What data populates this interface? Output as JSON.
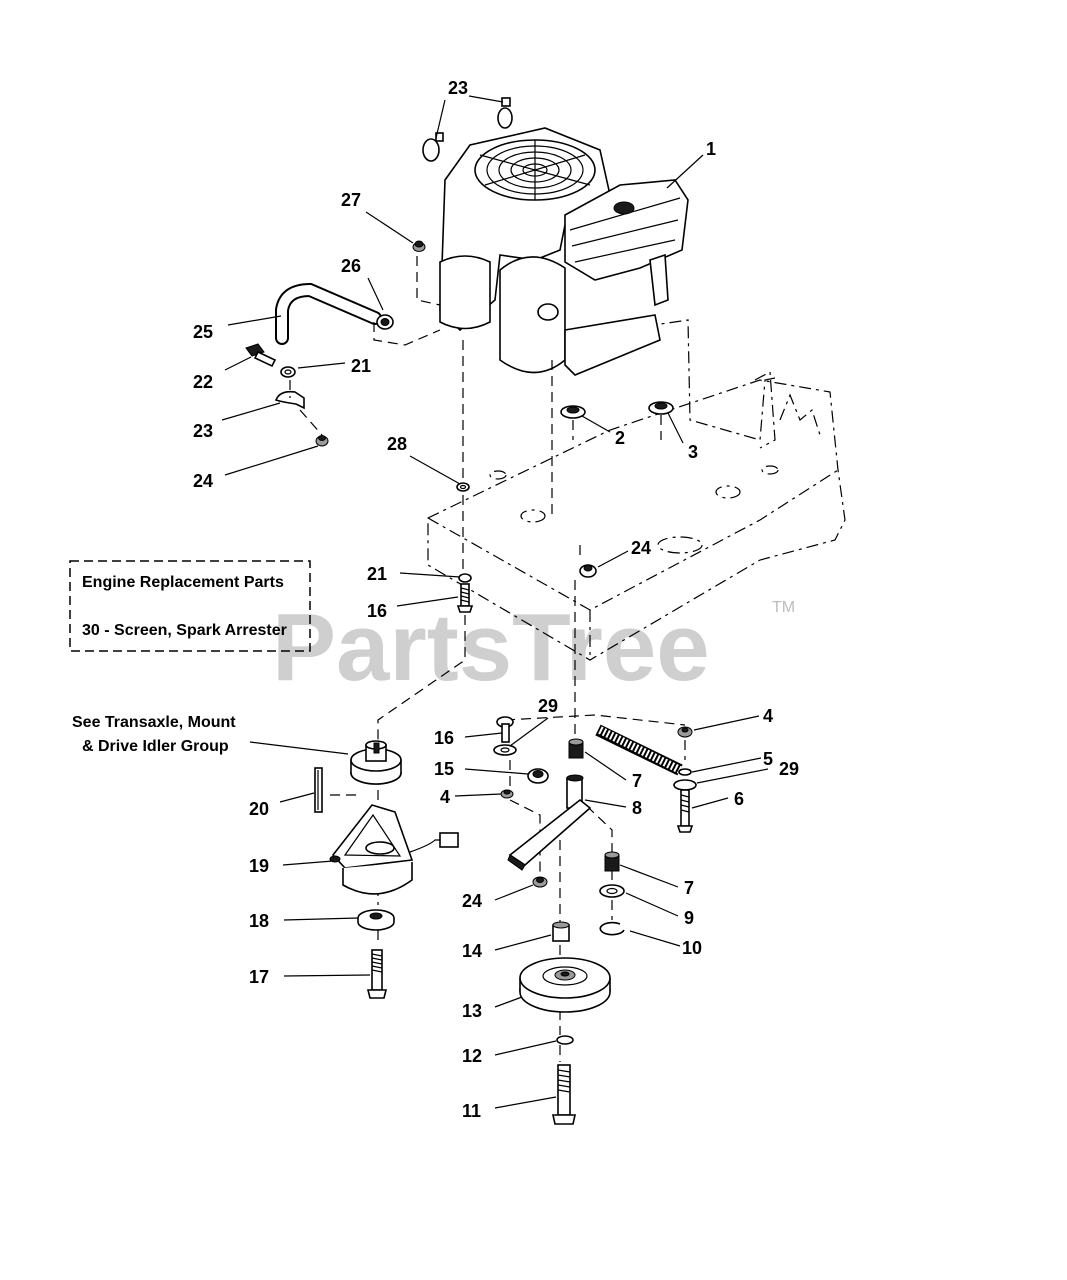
{
  "watermark": {
    "text": "PartsTree",
    "trademark": "TM"
  },
  "legend_box": {
    "heading": "Engine Replacement Parts",
    "item": "30 - Screen, Spark Arrester"
  },
  "reference_note": {
    "line1": "See Transaxle, Mount",
    "line2": "& Drive Idler Group"
  },
  "callouts": [
    "23",
    "1",
    "27",
    "26",
    "25",
    "21",
    "22",
    "23",
    "24",
    "28",
    "2",
    "3",
    "21",
    "16",
    "24",
    "16",
    "29",
    "4",
    "5",
    "29",
    "15",
    "4",
    "6",
    "7",
    "8",
    "20",
    "19",
    "18",
    "17",
    "24",
    "7",
    "9",
    "10",
    "14",
    "13",
    "12",
    "11"
  ]
}
